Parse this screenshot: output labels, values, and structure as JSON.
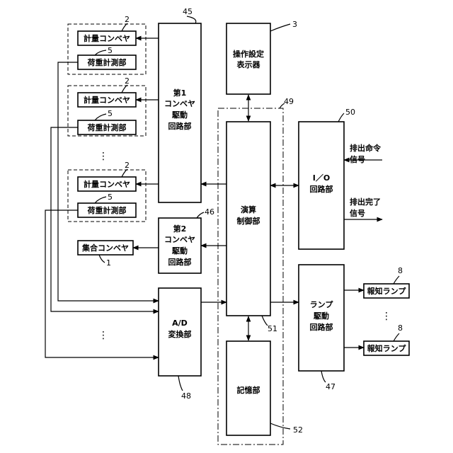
{
  "labels": {
    "weigh_conveyor": "計量コンベヤ",
    "load_measure": "荷重計測部",
    "first_drive_l1": "第1",
    "first_drive_l2": "コンベヤ",
    "first_drive_l3": "駆動",
    "first_drive_l4": "回路部",
    "second_drive_l1": "第2",
    "second_drive_l2": "コンベヤ",
    "second_drive_l3": "駆動",
    "second_drive_l4": "回路部",
    "collect_conveyor": "集合コンベヤ",
    "op_display_l1": "操作設定",
    "op_display_l2": "表示器",
    "calc_l1": "演算",
    "calc_l2": "制御部",
    "io_l1": "I／O",
    "io_l2": "回路部",
    "discharge_cmd_l1": "排出命令",
    "discharge_cmd_l2": "信号",
    "discharge_done_l1": "排出完了",
    "discharge_done_l2": "信号",
    "ad_l1": "A/D",
    "ad_l2": "変換部",
    "memory": "記憶部",
    "lamp_drive_l1": "ランプ",
    "lamp_drive_l2": "駆動",
    "lamp_drive_l3": "回路部",
    "notify_lamp": "報知ランプ",
    "vdots": "⋮"
  },
  "refs": {
    "weigh_conveyor": "2",
    "load_measure": "5",
    "collect_conveyor": "1",
    "op_display": "3",
    "first_drive": "45",
    "second_drive": "46",
    "ad": "48",
    "controller_group": "49",
    "calc": "51",
    "memory": "52",
    "io": "50",
    "lamp_drive": "47",
    "notify_lamp": "8"
  }
}
